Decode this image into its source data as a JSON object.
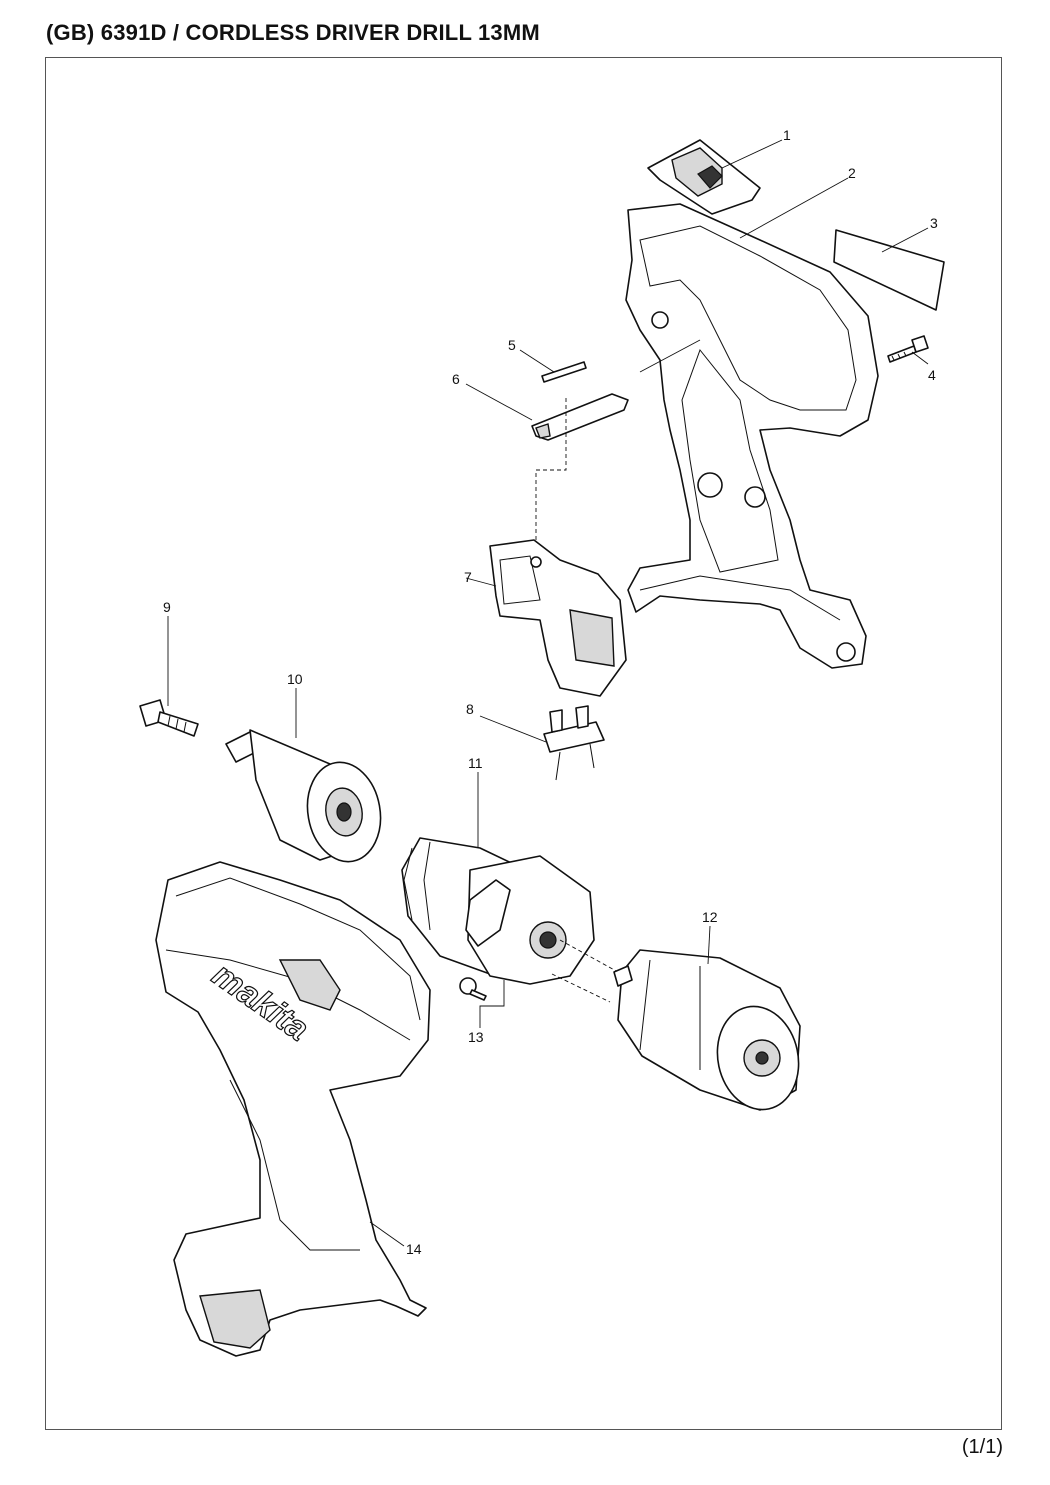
{
  "header": {
    "title": "(GB) 6391D / CORDLESS DRIVER DRILL 13MM"
  },
  "footer": {
    "page": "(1/1)"
  },
  "brand": {
    "logo_text": "makita"
  },
  "callouts": [
    "1",
    "2",
    "3",
    "4",
    "5",
    "6",
    "7",
    "8",
    "9",
    "10",
    "11",
    "12",
    "13",
    "14"
  ]
}
